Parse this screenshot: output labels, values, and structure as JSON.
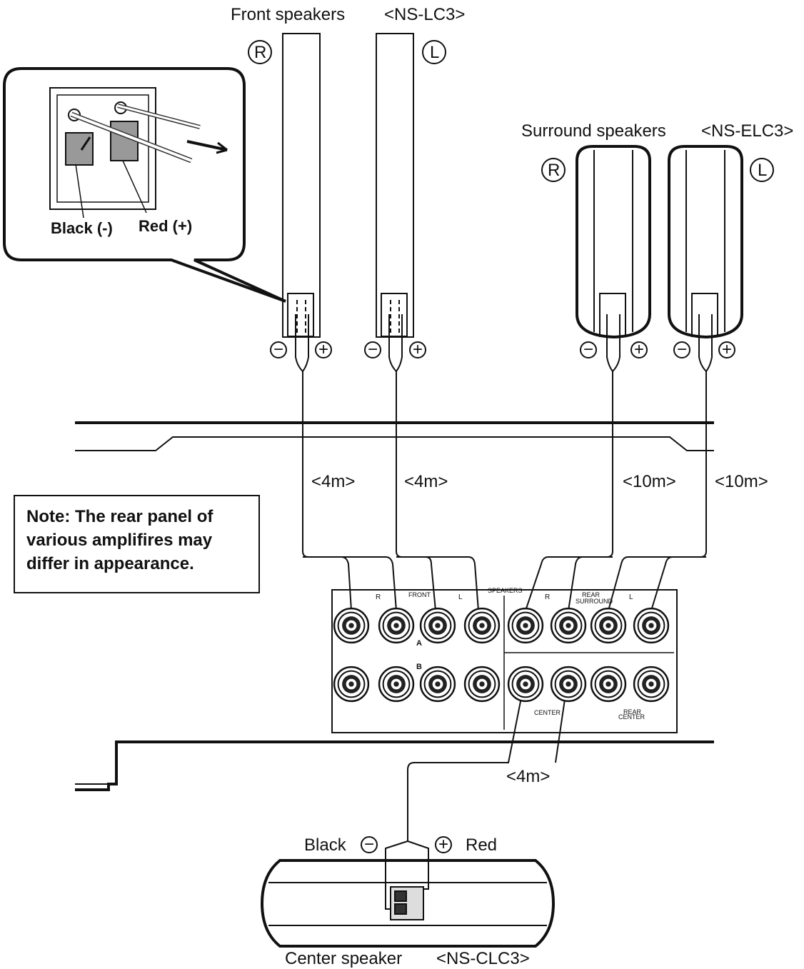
{
  "front": {
    "title": "Front speakers",
    "model": "<NS-LC3>",
    "right_mark": "R",
    "left_mark": "L"
  },
  "surround": {
    "title": "Surround speakers",
    "model": "<NS-ELC3>",
    "right_mark": "R",
    "left_mark": "L"
  },
  "center": {
    "title": "Center speaker",
    "model": "<NS-CLC3>",
    "black_label": "Black",
    "red_label": "Red",
    "cable_length": "<4m>"
  },
  "inset": {
    "black_label": "Black (-)",
    "red_label": "Red (+)"
  },
  "cable_lengths": [
    "<4m>",
    "<4m>",
    "<10m>",
    "<10m>"
  ],
  "note": {
    "lines": [
      "Note: The rear panel of",
      "various amplifires may",
      "differ in appearance."
    ]
  },
  "panel": {
    "speakers": "SPEAKERS",
    "front": "FRONT",
    "rear_surround_1": "REAR",
    "rear_surround_2": "SURROUND",
    "row_a": "A",
    "row_b": "B",
    "center": "CENTER",
    "rear_center_1": "REAR",
    "rear_center_2": "CENTER",
    "r_mark": "R",
    "l_mark": "L"
  },
  "symbols": {
    "minus": "−",
    "plus": "+"
  }
}
